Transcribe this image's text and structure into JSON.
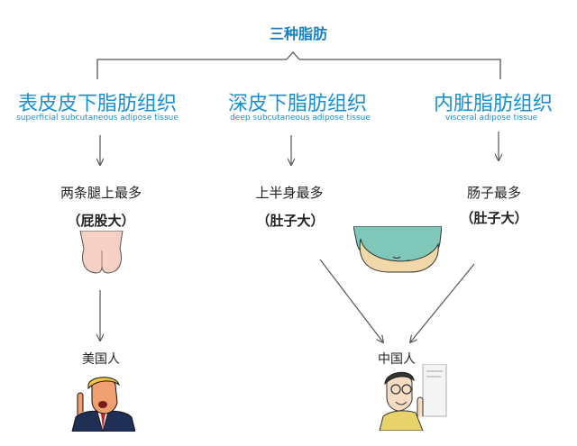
{
  "title": "三种脂肪",
  "categories": [
    {
      "zh": "表皮皮下脂肪组织",
      "en": "superficial subcutaneous adipose tissue",
      "effect": "两条腿上最多",
      "shape": "（屁股大）"
    },
    {
      "zh": "深皮下脂肪组织",
      "en": "deep subcutaneous adipose tissue",
      "effect": "上半身最多",
      "shape": "（肚子大）"
    },
    {
      "zh": "内脏脂肪组织",
      "en": "visceral adipose tissue",
      "effect": "肠子最多",
      "shape": "（肚子大）"
    }
  ],
  "populations": {
    "left": "美国人",
    "right": "中国人"
  },
  "colors": {
    "title": "#1a7fc1",
    "category": "#1a8fd0",
    "lines": "#555555"
  },
  "illustrations": [
    "buttocks-illustration",
    "belly-illustration",
    "american-man-cartoon",
    "chinese-man-cartoon"
  ]
}
